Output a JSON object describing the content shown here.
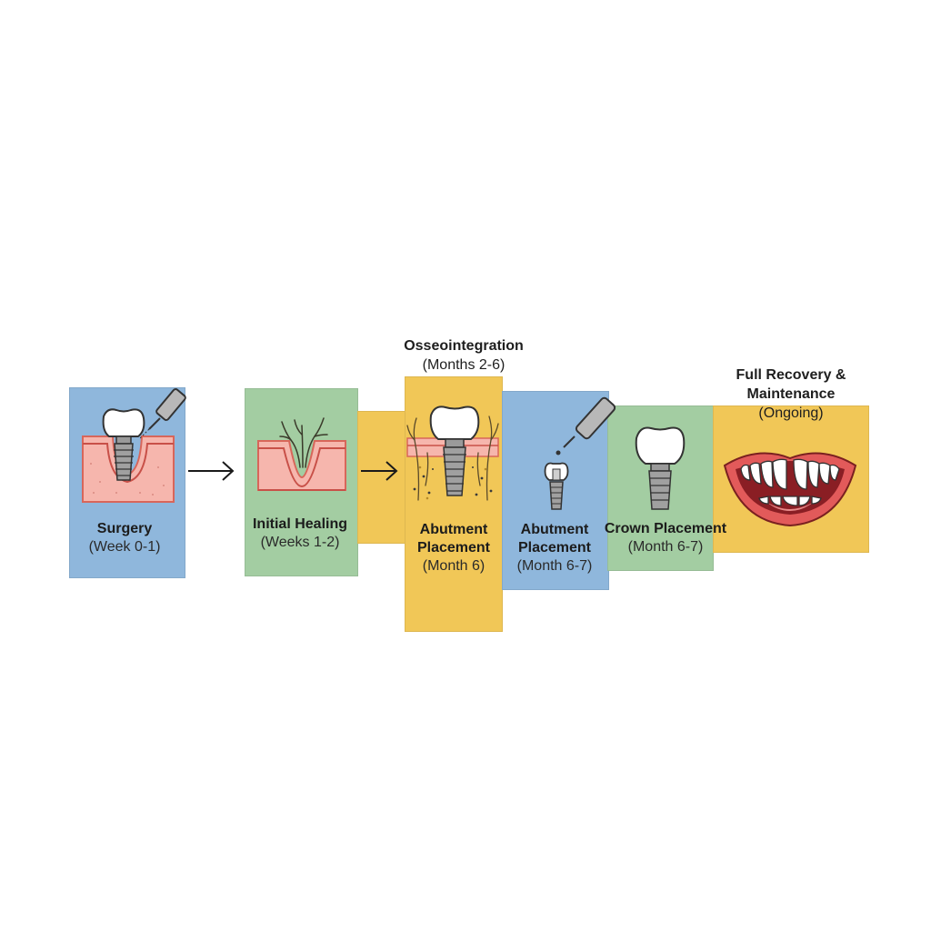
{
  "stages": [
    {
      "title": "Surgery",
      "subtitle": "(Week 0-1)"
    },
    {
      "title": "Initial Healing",
      "subtitle": "(Weeks 1-2)"
    },
    {
      "title": "Osseointegration",
      "subtitle": "(Months 2-6)"
    },
    {
      "title": "Abutment Placement",
      "subtitle": "(Month 6)"
    },
    {
      "title": "Abutment Placement",
      "subtitle": "(Month 6-7)"
    },
    {
      "title": "Crown Placement",
      "subtitle": "(Month 6-7)"
    },
    {
      "title": "Full Recovery & Maintenance",
      "subtitle": "(Ongoing)"
    }
  ],
  "colors": {
    "blue": "#8fb7dc",
    "green": "#a3cda2",
    "yellow": "#f1c757",
    "gum": "#f4a9a0",
    "tooth": "#ffffff",
    "implant": "#8e8e8e"
  },
  "icons": [
    "dental-drill-icon",
    "tooth-implant-icon",
    "gum-tissue-icon",
    "roots-icon",
    "abutment-icon",
    "crown-icon",
    "smile-icon",
    "arrow-right-icon"
  ]
}
